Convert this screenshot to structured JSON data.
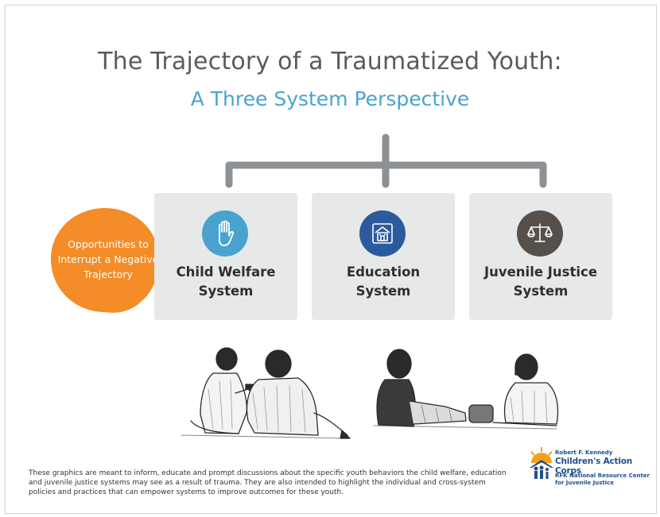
{
  "header": {
    "title": "The Trajectory of a Traumatized Youth:",
    "subtitle": "A Three System Perspective"
  },
  "callout": {
    "text": "Opportunities to\nInterrupt a Negative\nTrajectory",
    "color": "#f48c27"
  },
  "systems": [
    {
      "label": "Child Welfare\nSystem",
      "icon": "hand-icon",
      "color": "#4aa3cf"
    },
    {
      "label": "Education\nSystem",
      "icon": "school-icon",
      "color": "#2b5a9e"
    },
    {
      "label": "Juvenile Justice\nSystem",
      "icon": "scales-icon",
      "color": "#56504a"
    }
  ],
  "footer": {
    "disclaimer": "These graphics are meant to inform, educate and prompt discussions about the specific youth behaviors the child welfare, education and juvenile justice systems may see as a result of trauma. They are also intended to highlight the individual and cross-system policies and practices that can empower systems to improve outcomes for these youth."
  },
  "logo": {
    "line1": "Robert F. Kennedy",
    "line2": "Children's Action Corps",
    "line3": "RFK National Resource Center\nfor Juvenile Justice",
    "colors": {
      "blue": "#1f4e8c",
      "sun": "#f4a11d"
    }
  },
  "colors": {
    "connector": "#8e9194",
    "box": "#e7e8e8",
    "title": "#5a5a5a",
    "subtitle": "#4aa3cf"
  }
}
